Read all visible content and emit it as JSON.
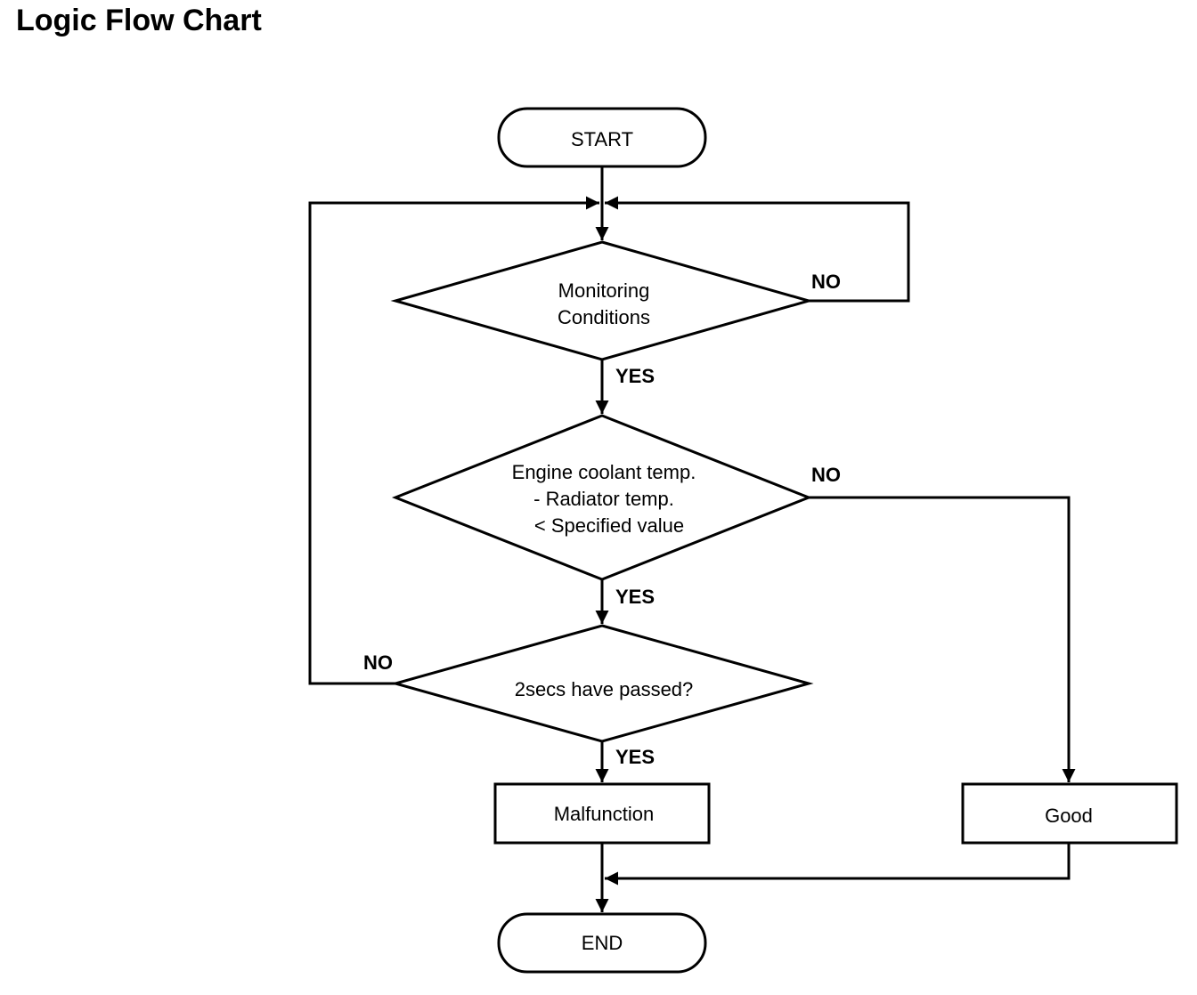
{
  "title": "Logic Flow Chart",
  "nodes": {
    "start": "START",
    "monitoring": [
      "Monitoring",
      "Conditions"
    ],
    "coolant": [
      "Engine coolant temp.",
      "- Radiator temp.",
      "< Specified value"
    ],
    "timer": "2secs have passed?",
    "malfunction": "Malfunction",
    "good": "Good",
    "end": "END"
  },
  "labels": {
    "monitoring_no": "NO",
    "monitoring_yes": "YES",
    "coolant_no": "NO",
    "coolant_yes": "YES",
    "timer_no": "NO",
    "timer_yes": "YES"
  }
}
